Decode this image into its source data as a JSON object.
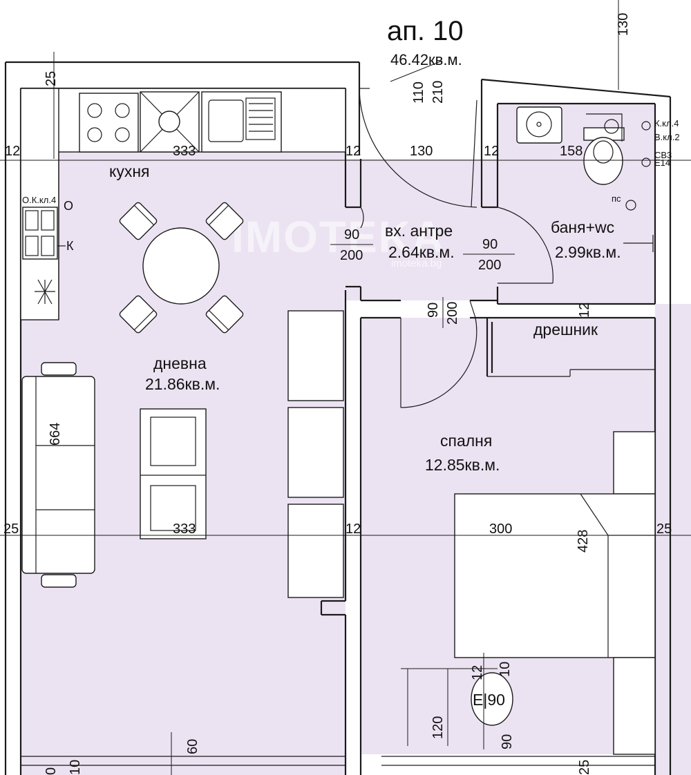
{
  "header": {
    "apartment": "ап. 10",
    "total_area": "46.42кв.м."
  },
  "rooms": {
    "kitchen": {
      "name": "кухня"
    },
    "living": {
      "name": "дневна",
      "area": "21.86кв.м."
    },
    "hall": {
      "name": "вх. антре",
      "area": "2.64кв.м."
    },
    "bath": {
      "name": "баня+wc",
      "area": "2.99кв.м."
    },
    "closet": {
      "name": "дрешник"
    },
    "bedroom": {
      "name": "спалня",
      "area": "12.85кв.м."
    }
  },
  "dimensions": {
    "d130_top": "130",
    "d25_top": "25",
    "d12_left": "12",
    "d333_top": "333",
    "d12_mid": "12",
    "d130_mid": "130",
    "d12_mid2": "12",
    "d158": "158",
    "d664": "664",
    "d25_left": "25",
    "d333_bottom": "333",
    "d12_bottom": "12",
    "d300": "300",
    "d428": "428",
    "d25_right": "25",
    "d12_closet": "12",
    "d12_window": "12",
    "d10_window": "10",
    "d120": "120",
    "d90_window": "90",
    "d60": "60",
    "d25_bottom": "25",
    "d0_left": "0",
    "d10_bottom": "10"
  },
  "doors": {
    "entry_w": "110",
    "entry_h": "210",
    "hall_w": "90",
    "hall_h": "200",
    "bath_w": "90",
    "bath_h": "200",
    "bed_w": "90",
    "bed_h": "200"
  },
  "fixtures": {
    "panel_label": "О.К.кл.4",
    "panel_o": "О",
    "panel_k": "К",
    "bath_k": "К.кл.4",
    "bath_b": "В.кл.2",
    "bath_cb": "СВ3",
    "bath_e": "Е14",
    "bath_ps": "пс",
    "window_label": "Е|90"
  },
  "watermark": {
    "logo": "IMOTEKA",
    "site": "imoteka.bg"
  },
  "colors": {
    "room_fill": "#ece3f2",
    "lines": "#1a1a1a"
  }
}
